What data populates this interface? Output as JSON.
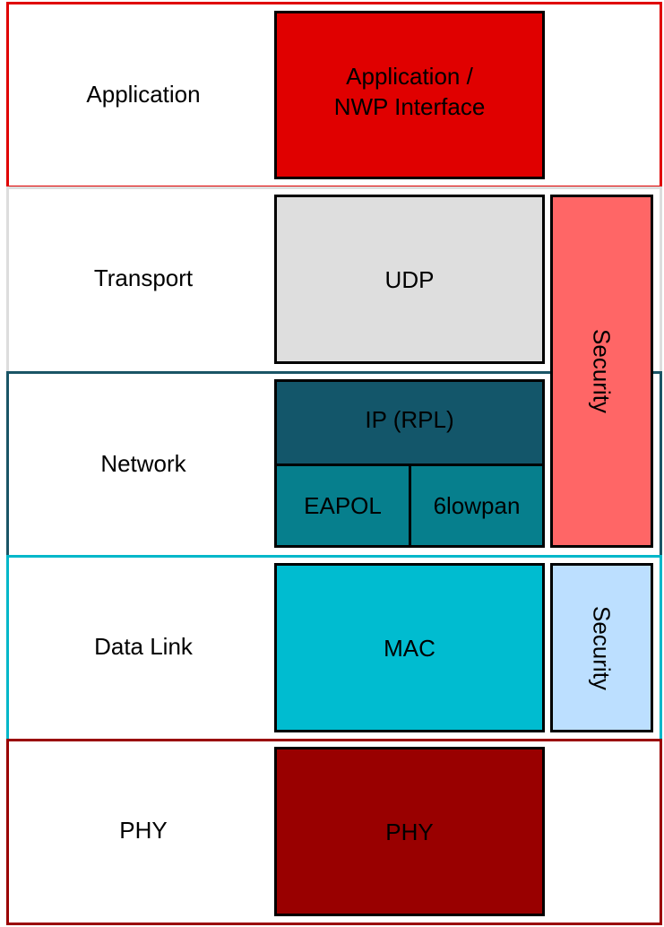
{
  "layers": {
    "application": "Application",
    "transport": "Transport",
    "network": "Network",
    "data_link": "Data Link",
    "phy": "PHY"
  },
  "blocks": {
    "app_interface": "Application /\nNWP Interface",
    "udp": "UDP",
    "ip_rpl": "IP (RPL)",
    "eapol": "EAPOL",
    "sixlowpan": "6lowpan",
    "mac": "MAC",
    "phy": "PHY",
    "security_upper": "Security",
    "security_lower": "Security"
  },
  "colors": {
    "application_border": "#e00000",
    "transport_border": "#dddddd",
    "network_border": "#1a5566",
    "data_link_border": "#00b7c9",
    "phy_border": "#9a0000",
    "app_interface_fill": "#e00000",
    "udp_fill": "#dedede",
    "ip_rpl_fill": "#13566a",
    "eapol_fill": "#067f8d",
    "mac_fill": "#00bcd0",
    "phy_fill": "#990000",
    "security_upper_fill": "#ff6666",
    "security_lower_fill": "#bcdfff"
  }
}
